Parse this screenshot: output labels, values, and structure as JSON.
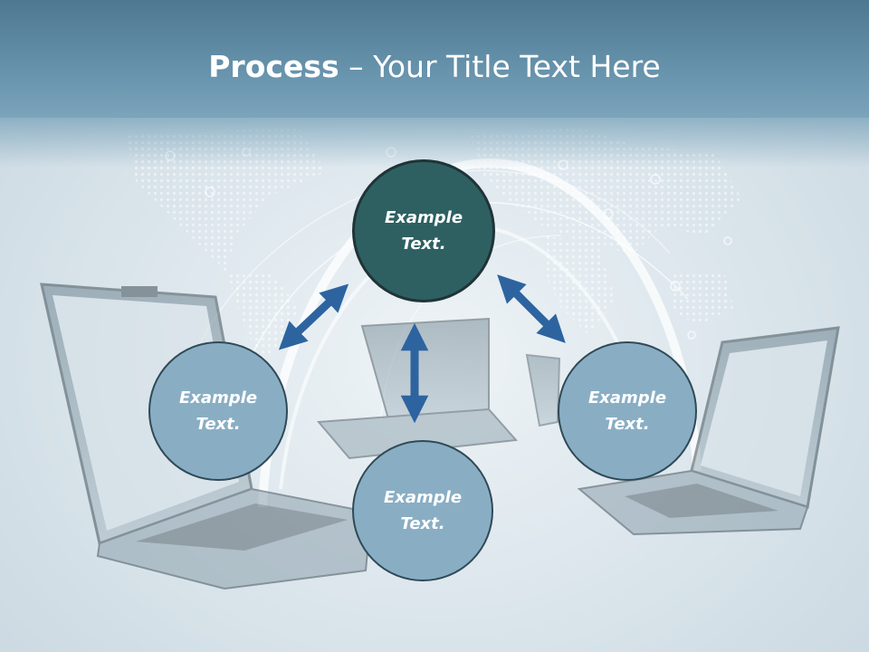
{
  "slide": {
    "title_bold": "Process",
    "title_rest": " – Your Title Text Here"
  },
  "circles": {
    "top": {
      "line1": "Example",
      "line2": "Text."
    },
    "left": {
      "line1": "Example",
      "line2": "Text."
    },
    "right": {
      "line1": "Example",
      "line2": "Text."
    },
    "bottom": {
      "line1": "Example",
      "line2": "Text."
    }
  },
  "colors": {
    "header": "#5f8ba4",
    "circle_light": "#89aec4",
    "circle_dark": "#2e6062",
    "arrow": "#2d64a0",
    "text": "#ffffff"
  }
}
